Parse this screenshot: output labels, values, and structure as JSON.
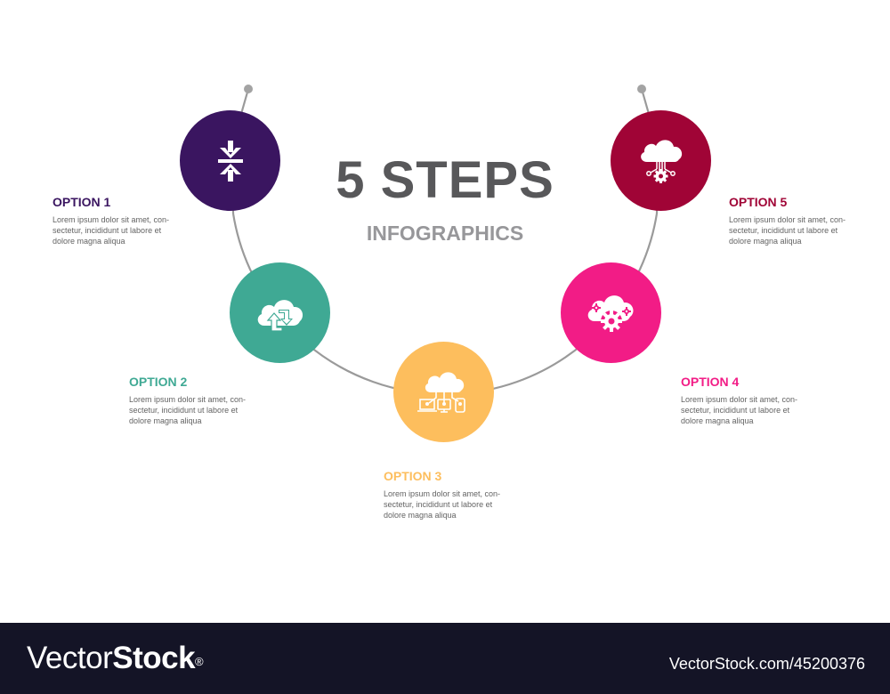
{
  "header": {
    "title": "5 STEPS",
    "subtitle": "INFOGRAPHICS"
  },
  "colors": {
    "option1": "#3a1560",
    "option2": "#3fa994",
    "option3": "#fdbe5d",
    "option4": "#f21c86",
    "option5": "#a00436",
    "arc": "#9a9a9a",
    "title": "#58585a",
    "subtitle": "#97979a",
    "footer_bg": "#141426"
  },
  "options": [
    {
      "title": "OPTION 1",
      "text_lines": [
        "Lorem ipsum dolor sit amet, con-",
        "sectetur, incididunt ut labore et",
        "dolore magna aliqua"
      ],
      "icon": "collapse-arrows-icon"
    },
    {
      "title": "OPTION 2",
      "text_lines": [
        "Lorem ipsum dolor sit amet, con-",
        "sectetur, incididunt ut labore et",
        "dolore magna aliqua"
      ],
      "icon": "cloud-sync-icon"
    },
    {
      "title": "OPTION 3",
      "text_lines": [
        "Lorem ipsum dolor sit amet, con-",
        "sectetur, incididunt ut labore et",
        "dolore magna aliqua"
      ],
      "icon": "cloud-devices-icon"
    },
    {
      "title": "OPTION 4",
      "text_lines": [
        "Lorem ipsum dolor sit amet, con-",
        "sectetur, incididunt ut labore et",
        "dolore magna aliqua"
      ],
      "icon": "cloud-gears-icon"
    },
    {
      "title": "OPTION 5",
      "text_lines": [
        "Lorem ipsum dolor sit amet, con-",
        "sectetur, incididunt ut labore et",
        "dolore magna aliqua"
      ],
      "icon": "cloud-circuit-gear-icon"
    }
  ],
  "footer": {
    "brand_light": "Vector",
    "brand_bold": "Stock",
    "brand_mark": "®",
    "stock_id": "VectorStock.com/45200376"
  }
}
